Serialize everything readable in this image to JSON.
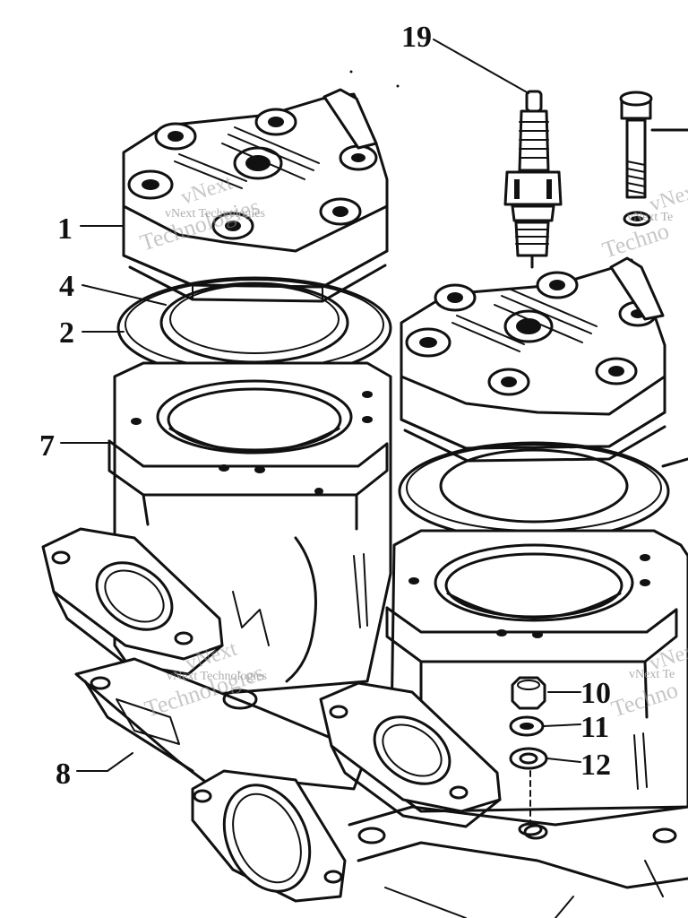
{
  "callouts": [
    {
      "id": "c19",
      "label": "19"
    },
    {
      "id": "c1",
      "label": "1"
    },
    {
      "id": "c4",
      "label": "4"
    },
    {
      "id": "c2",
      "label": "2"
    },
    {
      "id": "c7",
      "label": "7"
    },
    {
      "id": "c8",
      "label": "8"
    },
    {
      "id": "c10",
      "label": "10"
    },
    {
      "id": "c11",
      "label": "11"
    },
    {
      "id": "c12",
      "label": "12"
    }
  ],
  "watermark": {
    "line1": "vNext",
    "line2": "Technologies",
    "small": "vNext Technologies",
    "partial_small": "vNext Te",
    "partial_big": "Techno"
  },
  "colors": {
    "ink": "#111111",
    "paper": "#ffffff",
    "watermark": "#9a9a9a"
  }
}
